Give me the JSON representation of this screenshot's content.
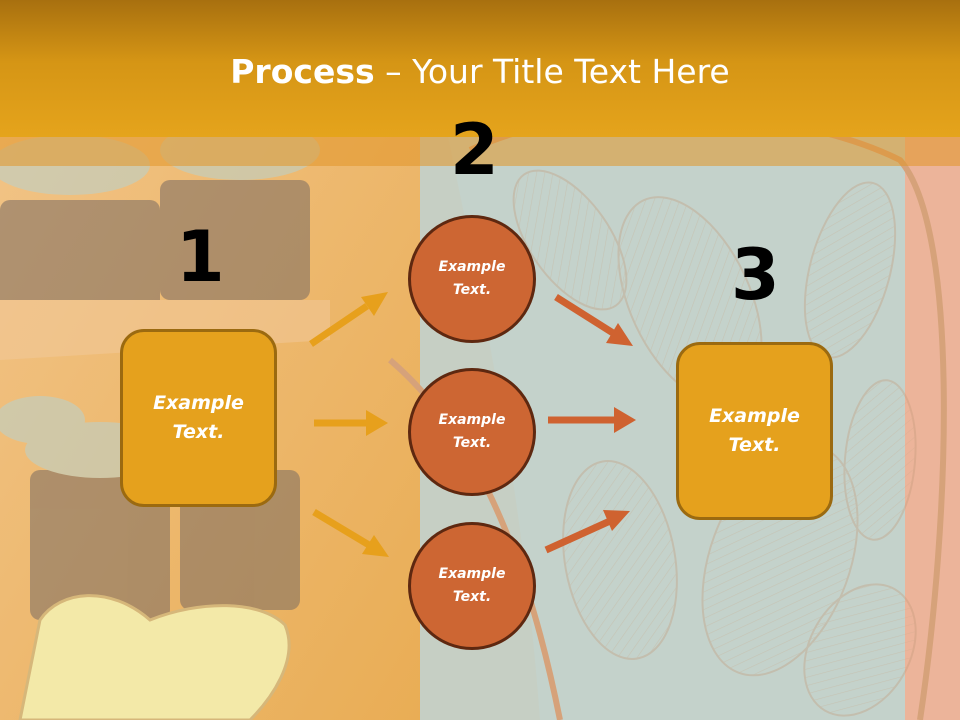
{
  "slide": {
    "title_bold": "Process",
    "title_rest": " – Your Title Text Here"
  },
  "steps": {
    "one": "1",
    "two": "2",
    "three": "3"
  },
  "nodes": {
    "start": "Example Text.",
    "middle_top": "Example Text.",
    "middle_center": "Example Text.",
    "middle_bottom": "Example Text.",
    "end": "Example Text."
  },
  "colors": {
    "title_bar": "#d59515",
    "box_fill": "#e5a11d",
    "circle_fill": "#cd6633",
    "arrow_orange": "#e7a01c",
    "arrow_red": "#cf6230"
  }
}
